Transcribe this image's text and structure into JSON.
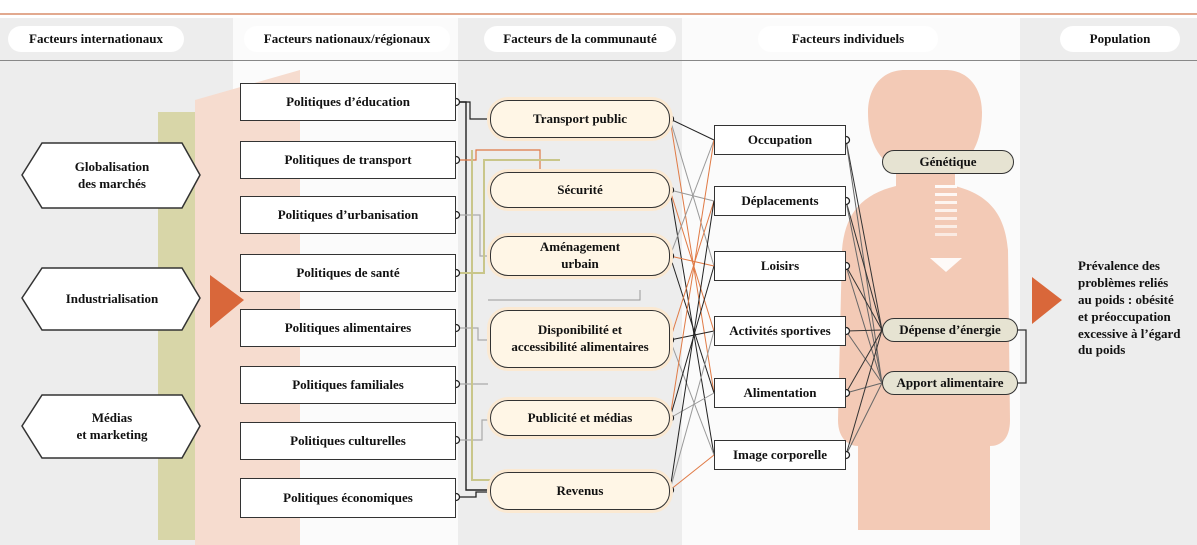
{
  "headers": {
    "international": "Facteurs internationaux",
    "national": "Facteurs nationaux/régionaux",
    "community": "Facteurs de la communauté",
    "individual": "Facteurs individuels",
    "population": "Population"
  },
  "international_factors": [
    "Globalisation\ndes marchés",
    "Industrialisation",
    "Médias\net marketing"
  ],
  "national_policies": [
    "Politiques d’éducation",
    "Politiques de transport",
    "Politiques d’urbanisation",
    "Politiques de santé",
    "Politiques alimentaires",
    "Politiques familiales",
    "Politiques culturelles",
    "Politiques économiques"
  ],
  "community_factors": [
    "Transport public",
    "Sécurité",
    "Aménagement\nurbain",
    "Disponibilité et\naccessibilité alimentaires",
    "Publicité et médias",
    "Revenus"
  ],
  "individual_factors": [
    "Occupation",
    "Déplacements",
    "Loisirs",
    "Activités sportives",
    "Alimentation",
    "Image corporelle"
  ],
  "biological": {
    "genetics": "Génétique",
    "energy_expenditure": "Dépense d’énergie",
    "food_intake": "Apport alimentaire"
  },
  "outcome": "Prévalence des\nproblèmes reliés\nau poids : obésité\net préoccupation\nexcessive à l’égard\ndu poids",
  "colors": {
    "arrow": "#d9673a",
    "band_pink": "#f6dccf",
    "band_olive": "#d8d6a8",
    "silhouette": "#f2c4ae",
    "column_shade": "#eeeeee",
    "orange_link": "#e07a45",
    "olive_link": "#c9c68a",
    "gray_link": "#aaaaaa"
  }
}
